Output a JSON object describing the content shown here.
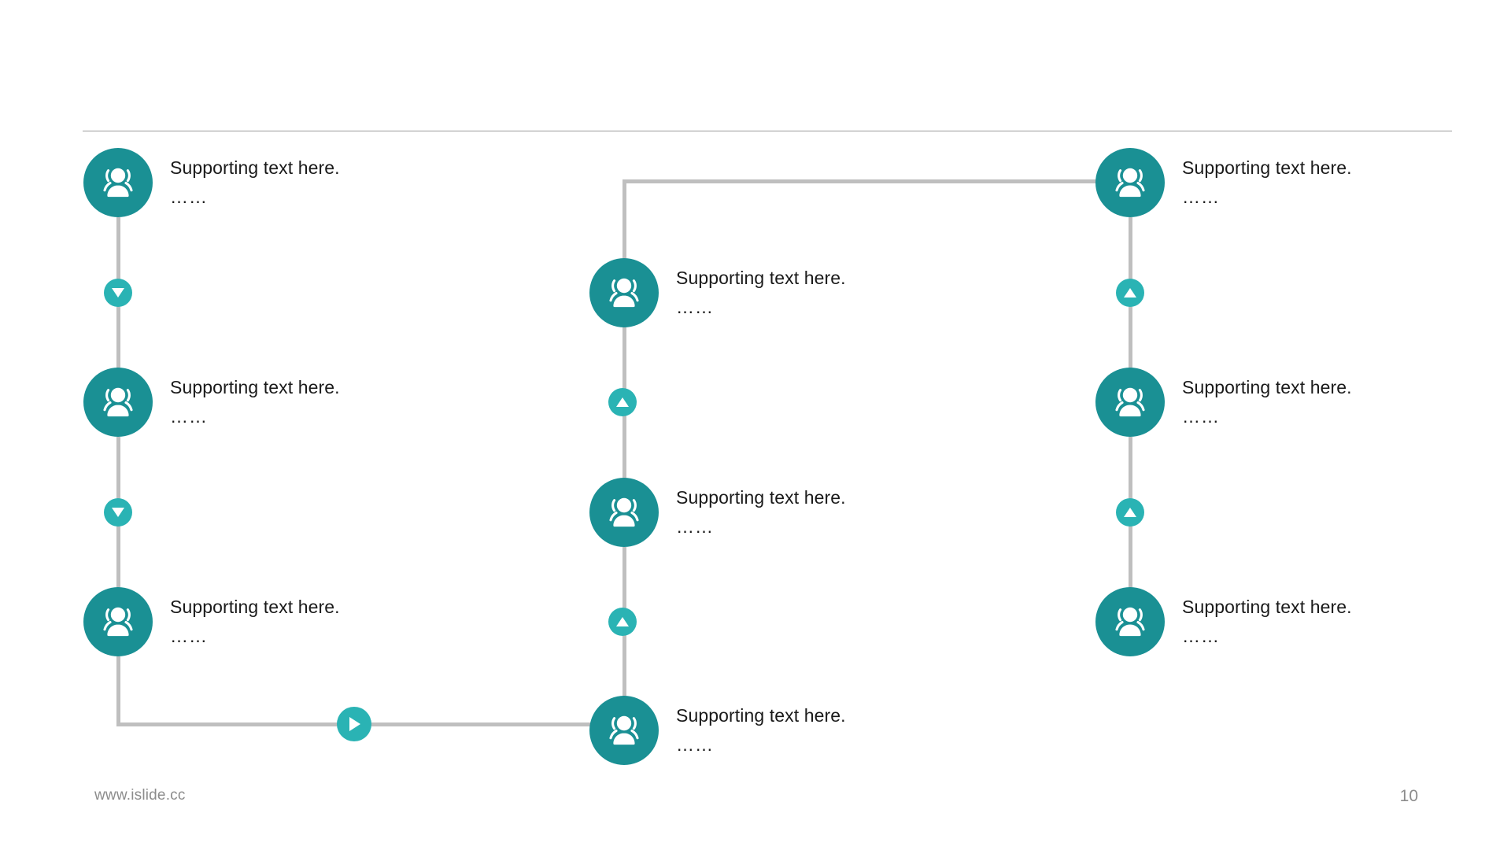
{
  "slide": {
    "page_number": "10",
    "footer_url": "www.islide.cc",
    "accent_dark": "#1a9094",
    "accent_light": "#2ab3b4",
    "connector_color": "#bfbfbf",
    "divider_color": "#9a9a9a",
    "text_color": "#1a1a1a",
    "footer_color": "#8c8c8c",
    "background": "#ffffff"
  },
  "nodes": [
    {
      "id": "left-1",
      "column": "left",
      "index": 1,
      "icon": "users-icon",
      "title": "Supporting  text here.",
      "subtitle": "……"
    },
    {
      "id": "left-2",
      "column": "left",
      "index": 2,
      "icon": "users-icon",
      "title": "Supporting  text here.",
      "subtitle": "……"
    },
    {
      "id": "left-3",
      "column": "left",
      "index": 3,
      "icon": "users-icon",
      "title": "Supporting  text here.",
      "subtitle": "……"
    },
    {
      "id": "middle-1",
      "column": "middle",
      "index": 1,
      "icon": "users-icon",
      "title": "Supporting  text here.",
      "subtitle": "……"
    },
    {
      "id": "middle-2",
      "column": "middle",
      "index": 2,
      "icon": "users-icon",
      "title": "Supporting  text here.",
      "subtitle": "……"
    },
    {
      "id": "middle-3",
      "column": "middle",
      "index": 3,
      "icon": "users-icon",
      "title": "Supporting  text here.",
      "subtitle": "……"
    },
    {
      "id": "right-1",
      "column": "right",
      "index": 1,
      "icon": "users-icon",
      "title": "Supporting  text here.",
      "subtitle": "……"
    },
    {
      "id": "right-2",
      "column": "right",
      "index": 2,
      "icon": "users-icon",
      "title": "Supporting  text here.",
      "subtitle": "……"
    },
    {
      "id": "right-3",
      "column": "right",
      "index": 3,
      "icon": "users-icon",
      "title": "Supporting  text here.",
      "subtitle": "……"
    }
  ],
  "markers": [
    {
      "id": "left-arrow-1",
      "icon": "arrow-down-icon"
    },
    {
      "id": "left-arrow-2",
      "icon": "arrow-down-icon"
    },
    {
      "id": "flow-arrow",
      "icon": "arrow-right-icon"
    },
    {
      "id": "middle-arrow-1",
      "icon": "arrow-up-icon"
    },
    {
      "id": "middle-arrow-2",
      "icon": "arrow-up-icon"
    },
    {
      "id": "right-arrow-1",
      "icon": "arrow-up-icon"
    },
    {
      "id": "right-arrow-2",
      "icon": "arrow-up-icon"
    }
  ]
}
